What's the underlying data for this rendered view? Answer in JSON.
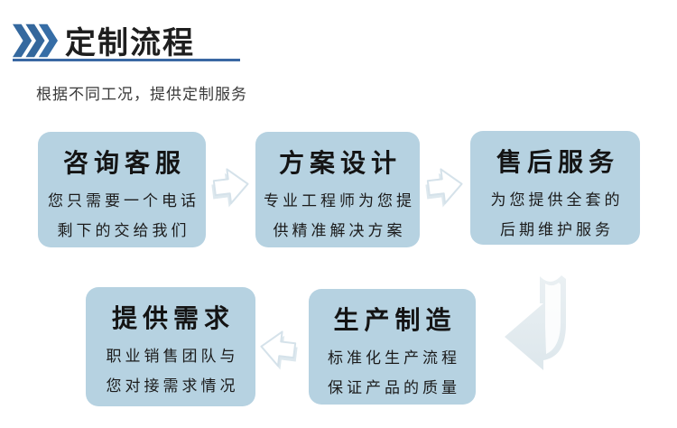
{
  "header": {
    "title": "定制流程",
    "subtitle": "根据不同工况，提供定制服务",
    "icon": "triple-chevron-right"
  },
  "colors": {
    "accent_blue": "#35699f",
    "underline_blue": "#3a68a3",
    "box_fill": "#b6d2e1",
    "arrow_fill": "#e2eaee",
    "text_dark": "#1b1b1b"
  },
  "steps": [
    {
      "title": "咨询客服",
      "lines": [
        "您只需要一个电话",
        "剩下的交给我们"
      ]
    },
    {
      "title": "方案设计",
      "lines": [
        "专业工程师为您提",
        "供精准解决方案"
      ]
    },
    {
      "title": "售后服务",
      "lines": [
        "为您提供全套的",
        "后期维护服务"
      ]
    },
    {
      "title": "提供需求",
      "lines": [
        "职业销售团队与",
        "您对接需求情况"
      ]
    },
    {
      "title": "生产制造",
      "lines": [
        "标准化生产流程",
        "保证产品的质量"
      ]
    }
  ],
  "connectors": {
    "top_row": [
      "arrow-right",
      "arrow-right"
    ],
    "turn": "arrow-down-then-left",
    "bottom_row": [
      "arrow-left"
    ]
  }
}
